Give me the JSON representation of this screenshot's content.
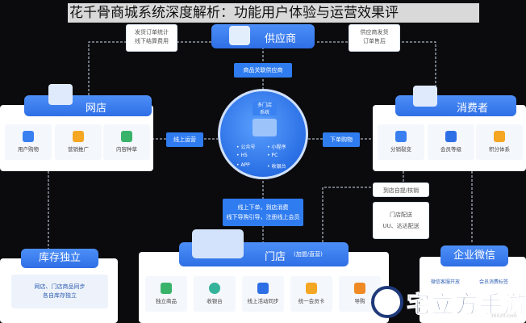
{
  "banner": "花千骨商城系统深度解析：功能用户体验与运营效果评",
  "nodes": {
    "supplier": "供应商",
    "shop": "网店",
    "consumer": "消费者",
    "store": "门店",
    "store_tag": "(加盟/直营)",
    "inventory": "库存独立",
    "wechat": "企业微信"
  },
  "notes": {
    "supplier_left": [
      "发货订单统计",
      "线下结算费用"
    ],
    "supplier_right": [
      "供应商发货",
      "订单售后"
    ],
    "consumer_pickup": "到店自提/核销",
    "consumer_delivery": [
      "门店配送",
      "UU、达达配送"
    ],
    "inventory_desc": [
      "网店、门店商品同步",
      "各自库存独立"
    ]
  },
  "chips": {
    "supplier_link": "商品关联供应商",
    "online_ops": "线上运营",
    "order_buy": "下单购物",
    "store_flow": [
      "线上下单，到店消费",
      "线下导购引导，注册线上会员"
    ]
  },
  "hub": {
    "label": [
      "多门店",
      "系统"
    ],
    "channels": [
      "• 公众号",
      "• 小程序",
      "• H5",
      "• PC",
      "• APP",
      "• 收银台"
    ]
  },
  "shop_tiles": [
    "用户购物",
    "营销推广",
    "内容种草"
  ],
  "consumer_tiles": [
    "分销裂变",
    "会员等级",
    "积分体系"
  ],
  "store_tiles": [
    "独立商品",
    "收银台",
    "线上活动同步",
    "统一会员卡",
    "导购"
  ],
  "wechat_lines": [
    "微信客服开放",
    "会员消费标签"
  ],
  "watermark": {
    "text": "宅立方手游网",
    "url": "365zlf.com"
  },
  "colors": {
    "accent": "#2f7cf0",
    "background": "#0b0b0d"
  }
}
